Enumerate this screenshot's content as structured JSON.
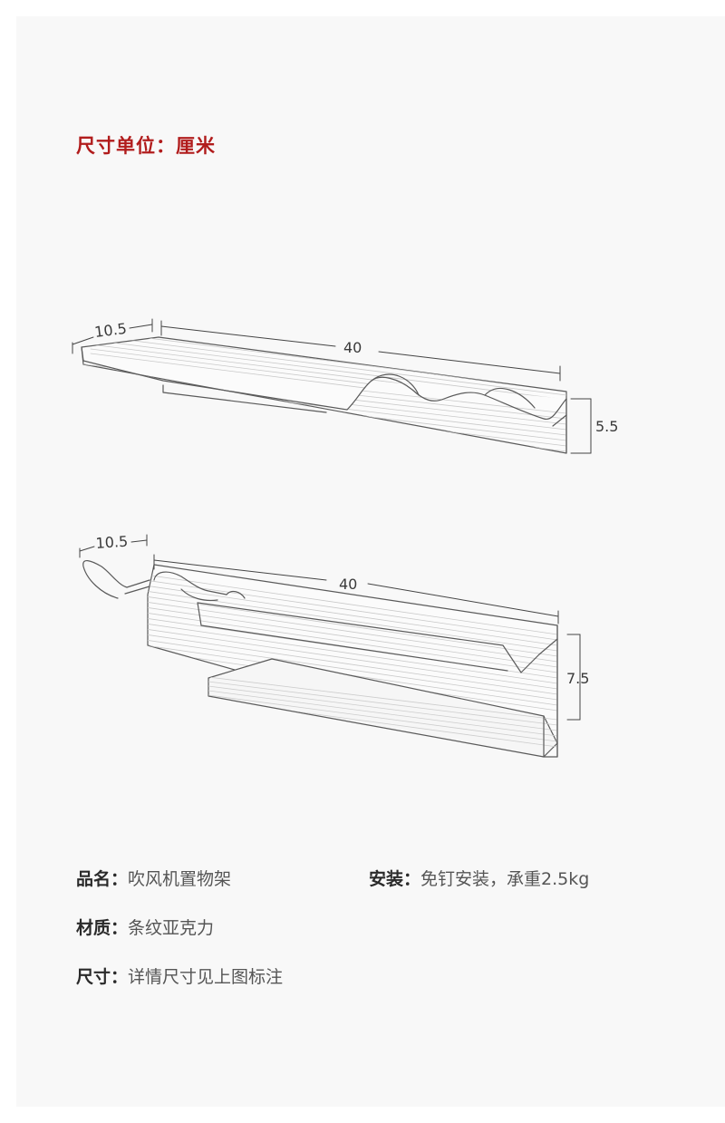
{
  "unit_title": "尺寸单位：厘米",
  "shelf_top": {
    "depth": "10.5",
    "length": "40",
    "height": "5.5"
  },
  "shelf_bottom": {
    "depth": "10.5",
    "length": "40",
    "height": "7.5"
  },
  "specs": {
    "name_label": "品名：",
    "name_value": "吹风机置物架",
    "install_label": "安装：",
    "install_value": "免钉安装，承重2.5kg",
    "material_label": "材质：",
    "material_value": "条纹亚克力",
    "size_label": "尺寸：",
    "size_value": "详情尺寸见上图标注"
  },
  "colors": {
    "title": "#b11c1c",
    "line": "#555555",
    "text": "#3a3a3a"
  }
}
